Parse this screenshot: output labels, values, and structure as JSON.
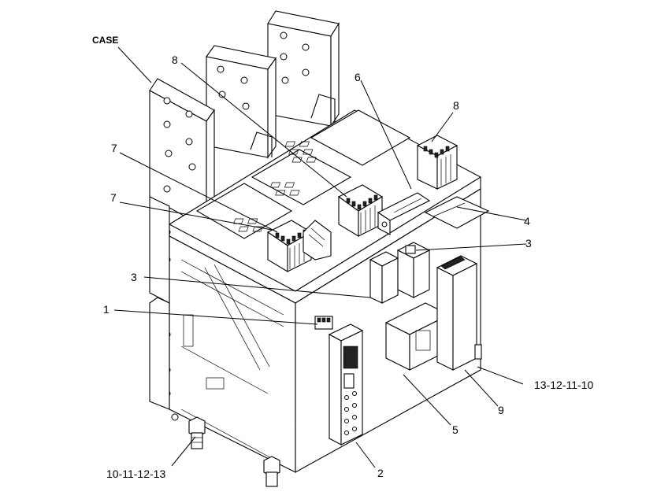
{
  "callouts": {
    "case": "CASE",
    "c8a": "8",
    "c6": "6",
    "c8b": "8",
    "c7a": "7",
    "c7b": "7",
    "c4": "4",
    "c3a": "3",
    "c3b": "3",
    "c1": "1",
    "c13_12_11_10": "13-12-11-10",
    "c9": "9",
    "c5": "5",
    "c2": "2",
    "c10_11_12_13": "10-11-12-13"
  }
}
